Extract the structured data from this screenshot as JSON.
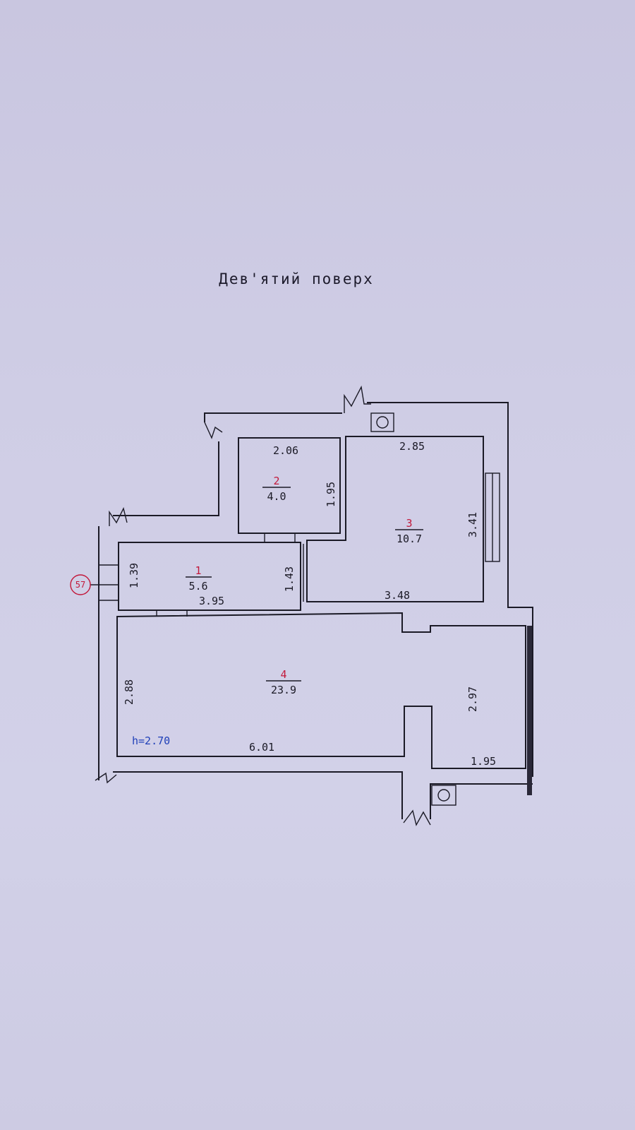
{
  "title": "Дев'ятий поверх",
  "ceiling_height": "h=2.70",
  "apartment_marker": "57",
  "colors": {
    "background": "#cdcbe3",
    "lines": "#1b1a26",
    "room_numbers": "#c2183a",
    "height_label": "#1f3fb8"
  },
  "rooms": [
    {
      "number": "1",
      "area": "5.6"
    },
    {
      "number": "2",
      "area": "4.0"
    },
    {
      "number": "3",
      "area": "10.7"
    },
    {
      "number": "4",
      "area": "23.9"
    }
  ],
  "dimensions": {
    "r1_height": "1.39",
    "r1_width": "3.95",
    "r1_inner": "1.43",
    "r2_width": "2.06",
    "r2_height": "1.95",
    "r3_width_top": "2.85",
    "r3_height": "3.41",
    "r3_width_bottom": "3.48",
    "r4_height_left": "2.88",
    "r4_width": "6.01",
    "r4_height_right": "2.97",
    "r4_width_right": "1.95"
  }
}
